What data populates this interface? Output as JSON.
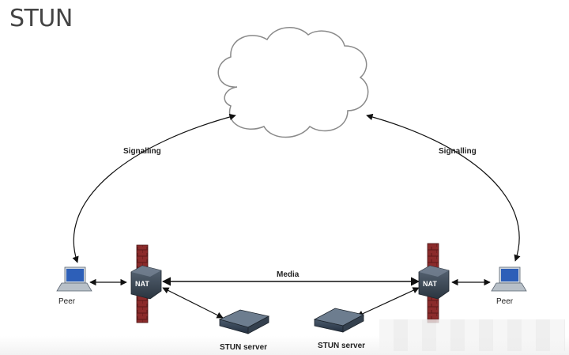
{
  "slide": {
    "title": "STUN"
  },
  "diagram": {
    "signalling_left": "Signalling",
    "signalling_right": "Signalling",
    "media_label": "Media",
    "nat_left": "NAT",
    "nat_right": "NAT",
    "peer_left": "Peer",
    "peer_right": "Peer",
    "stun_left": "STUN server",
    "stun_right": "STUN server"
  },
  "colors": {
    "firewall_brick": "#8b2b2b",
    "nat_body": "#3d4a58",
    "cloud_stroke": "#888888",
    "screen_blue": "#2d5fb8"
  }
}
